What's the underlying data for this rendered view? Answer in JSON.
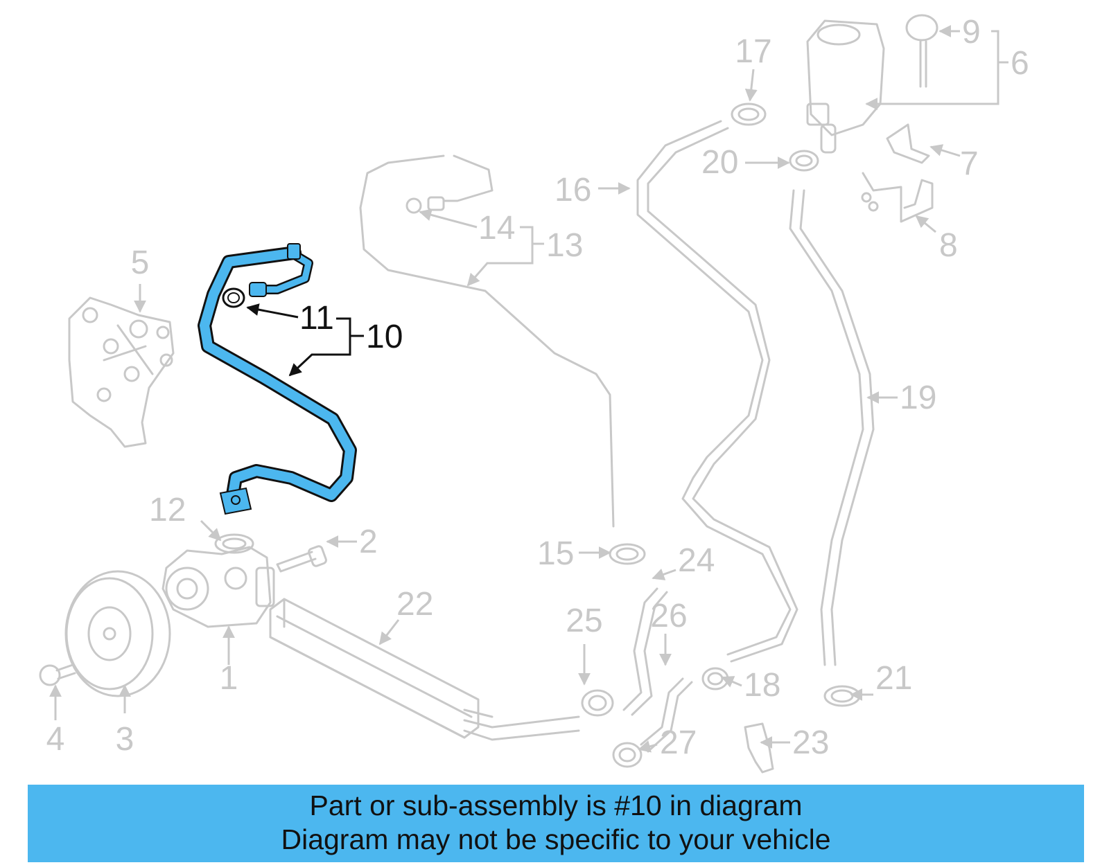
{
  "diagram": {
    "highlight_color": "#4cb7ef",
    "part_color": "#c8c8c8",
    "callouts": [
      "1",
      "2",
      "3",
      "4",
      "5",
      "6",
      "7",
      "8",
      "9",
      "10",
      "11",
      "12",
      "13",
      "14",
      "15",
      "16",
      "17",
      "18",
      "19",
      "20",
      "21",
      "22",
      "23",
      "24",
      "25",
      "26",
      "27"
    ],
    "highlighted_callouts": [
      "10",
      "11"
    ]
  },
  "banner": {
    "line1": "Part or sub-assembly is #10 in diagram",
    "line2": "Diagram may not be specific to your vehicle",
    "color": "#4cb7ef"
  }
}
